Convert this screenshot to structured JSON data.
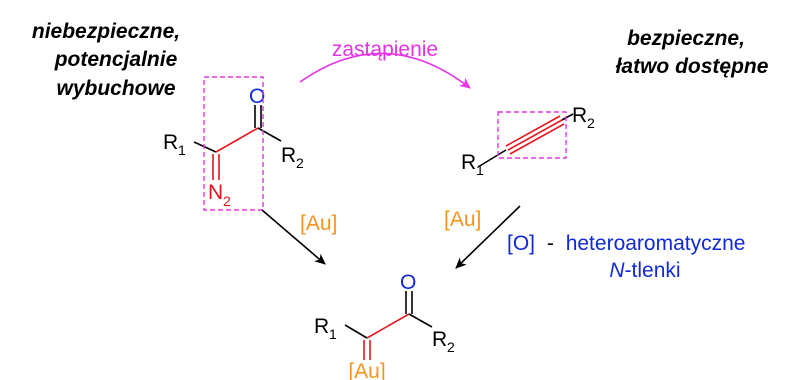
{
  "labels": {
    "left_line1": "niebezpieczne,",
    "left_line2": "potencjalnie",
    "left_line3": "wybuchowe",
    "right_line1": "bezpieczne,",
    "right_line2": "łatwo dostępne",
    "replacement": "zastąpienie",
    "catalyst_left": "[Au]",
    "catalyst_right": "[Au]",
    "oxidant_prefix": "[O]",
    "oxidant_dash": "-",
    "oxidant_line1": "heteroaromatyczne",
    "oxidant_italic": "N",
    "oxidant_line2_rest": "-tlenki"
  },
  "diazo": {
    "r1": "R",
    "r1_sub": "1",
    "oxygen": "O",
    "r2": "R",
    "r2_sub": "2",
    "n2": "N",
    "n2_sub": "2"
  },
  "alkyne": {
    "r1": "R",
    "r1_sub": "1",
    "r2": "R",
    "r2_sub": "2"
  },
  "carbene": {
    "r1": "R",
    "r1_sub": "1",
    "oxygen": "O",
    "r2": "R",
    "r2_sub": "2",
    "metal": "[Au]"
  },
  "colors": {
    "black": "#000000",
    "red_bond": "#e8141c",
    "blue": "#0f2ad8",
    "magenta": "#e633e6",
    "orange": "#f7941d"
  }
}
